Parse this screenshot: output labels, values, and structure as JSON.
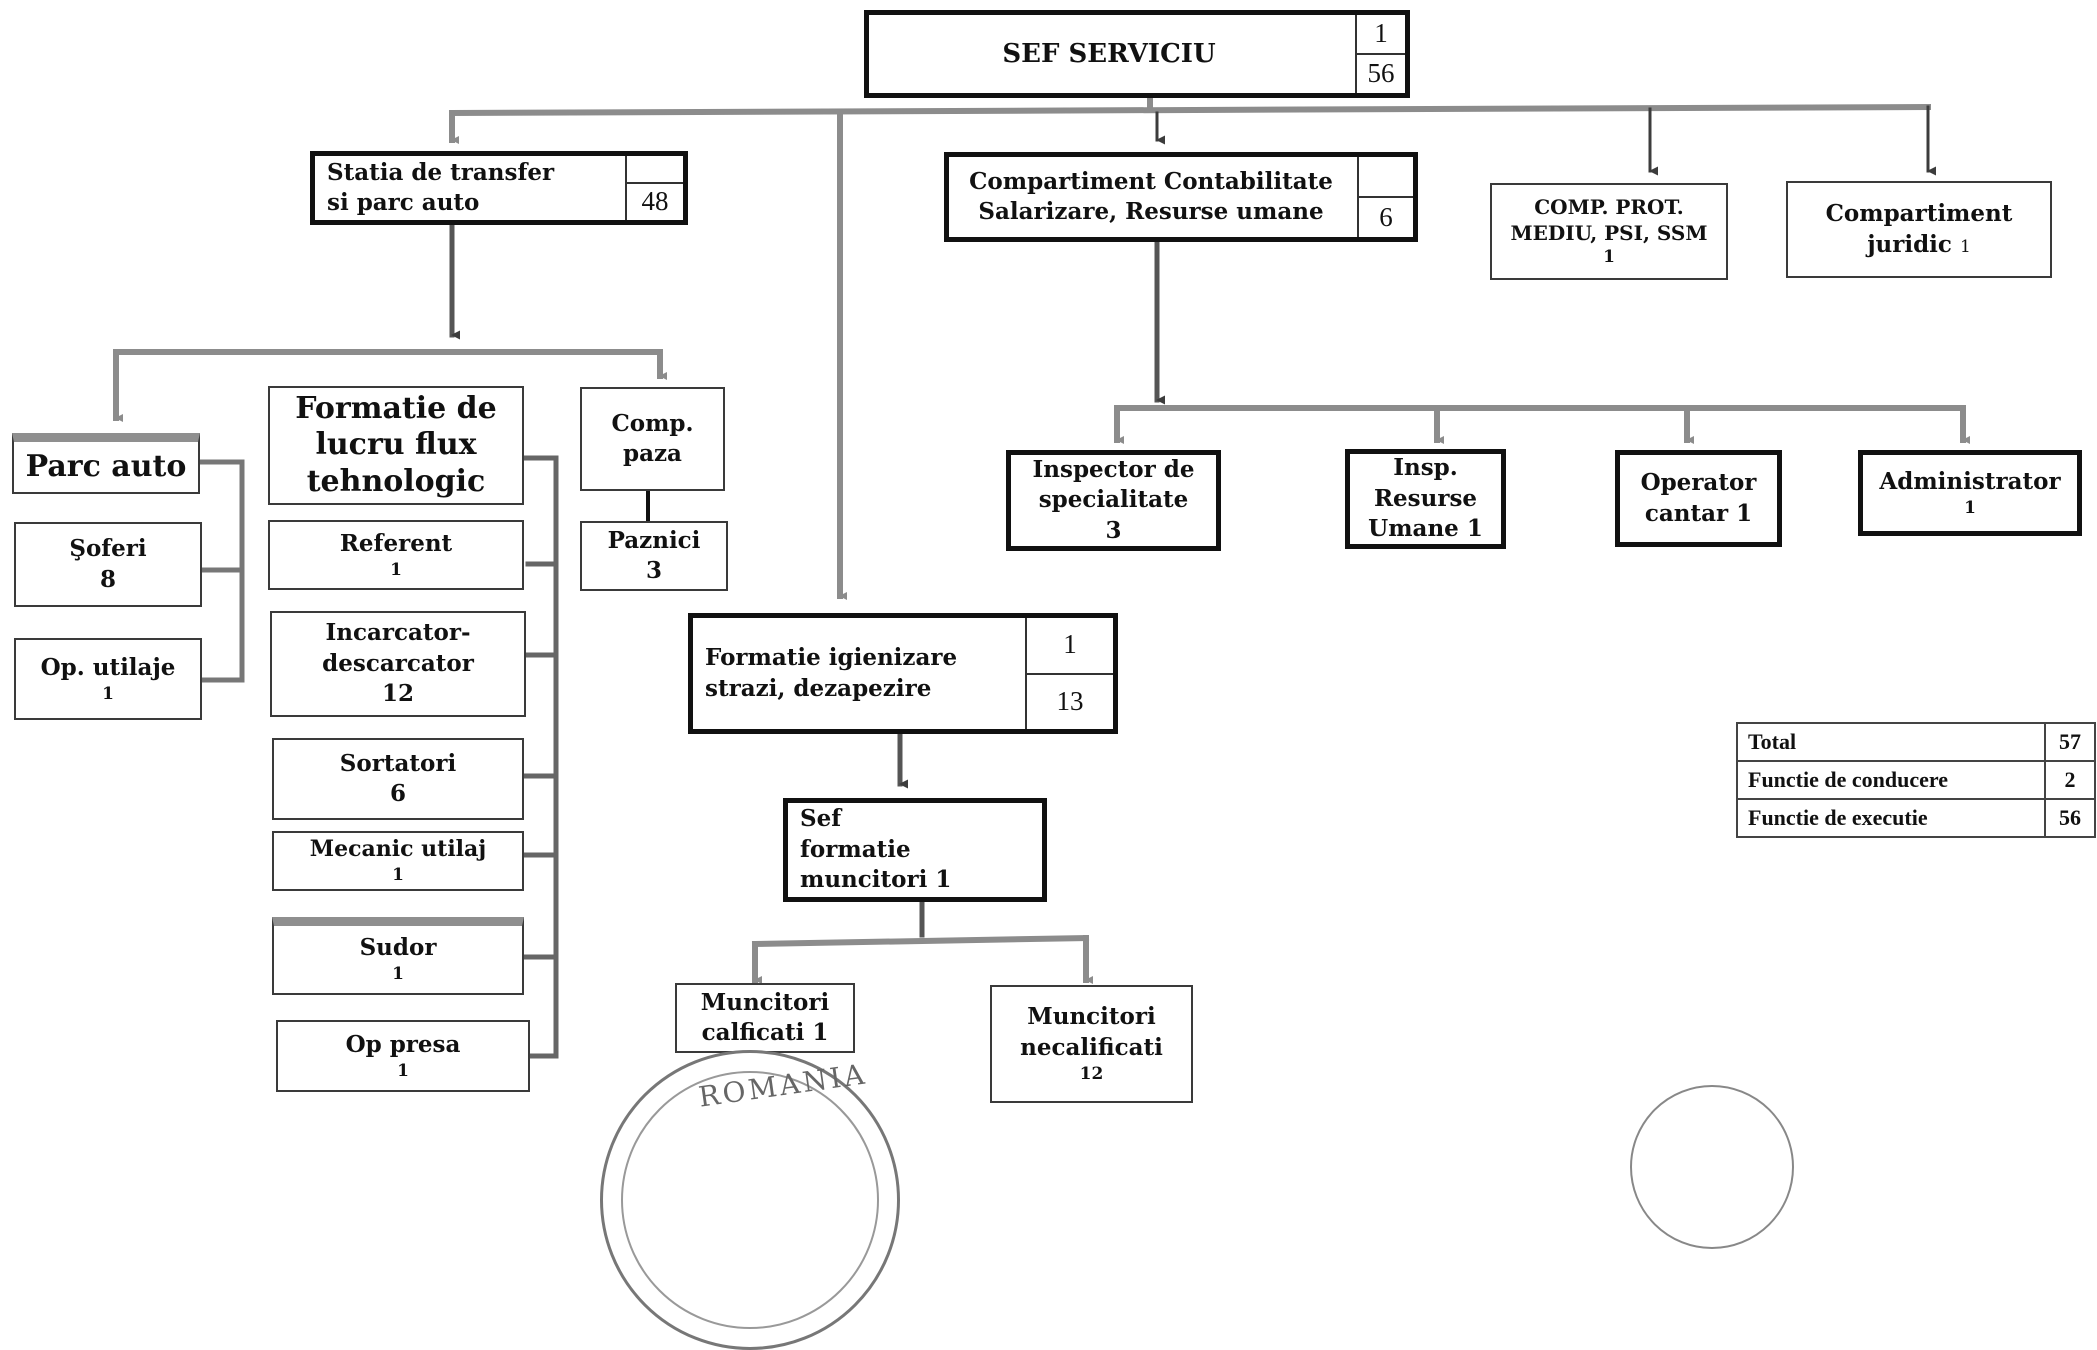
{
  "sef": {
    "title": "SEF SERVICIU",
    "n1": "1",
    "n2": "56"
  },
  "statia": {
    "l1": "Statia de transfer",
    "l2": "si parc auto",
    "n1": "",
    "n2": "48"
  },
  "contabilitate": {
    "l1": "Compartiment Contabilitate",
    "l2": "Salarizare, Resurse umane",
    "n1": "",
    "n2": "6"
  },
  "comp_prot": {
    "l1": "COMP. PROT.",
    "l2": "MEDIU, PSI, SSM",
    "n": "1"
  },
  "juridic": {
    "l1": "Compartiment",
    "l2": "juridic",
    "n": "1"
  },
  "parc_auto": {
    "label": "Parc auto"
  },
  "soferi": {
    "label": "Şoferi",
    "n": "8"
  },
  "op_utilaje": {
    "label": "Op. utilaje",
    "n": "1"
  },
  "formatie_lucru": {
    "l1": "Formatie de",
    "l2": "lucru flux",
    "l3": "tehnologic"
  },
  "referent": {
    "label": "Referent",
    "n": "1"
  },
  "incarcator": {
    "l1": "Incarcator-",
    "l2": "descarcator",
    "n": "12"
  },
  "sortatori": {
    "label": "Sortatori",
    "n": "6"
  },
  "mecanic": {
    "label": "Mecanic utilaj",
    "n": "1"
  },
  "sudor": {
    "label": "Sudor",
    "n": "1"
  },
  "op_presa": {
    "label": "Op presa",
    "n": "1"
  },
  "comp_paza": {
    "l1": "Comp.",
    "l2": "paza"
  },
  "paznici": {
    "label": "Paznici",
    "n": "3"
  },
  "formatie_igienizare": {
    "l1": "Formatie igienizare",
    "l2": "strazi, dezapezire",
    "n1": "1",
    "n2": "13"
  },
  "sef_formatie": {
    "l1": "Sef",
    "l2": "formatie",
    "l3": "muncitori 1"
  },
  "muncitori_calificati": {
    "l1": "Muncitori",
    "l2": "calficati 1"
  },
  "muncitori_necalificati": {
    "l1": "Muncitori",
    "l2": "necalificati",
    "n": "12"
  },
  "inspector": {
    "l1": "Inspector de",
    "l2": "specialitate",
    "n": "3"
  },
  "insp_resurse": {
    "l1": "Insp.",
    "l2": "Resurse",
    "l3": "Umane 1"
  },
  "operator_cantar": {
    "l1": "Operator",
    "l2": "cantar 1"
  },
  "administrator": {
    "label": "Administrator",
    "n": "1"
  },
  "summary": [
    {
      "label": "Total",
      "value": "57"
    },
    {
      "label": "Functie de conducere",
      "value": "2"
    },
    {
      "label": "Functie de executie",
      "value": "56"
    }
  ],
  "seal": {
    "text": "ROMANIA"
  },
  "colors": {
    "line_gray": "#8c8c8c",
    "line_dark": "#3c3c3c",
    "border": "#111111"
  }
}
